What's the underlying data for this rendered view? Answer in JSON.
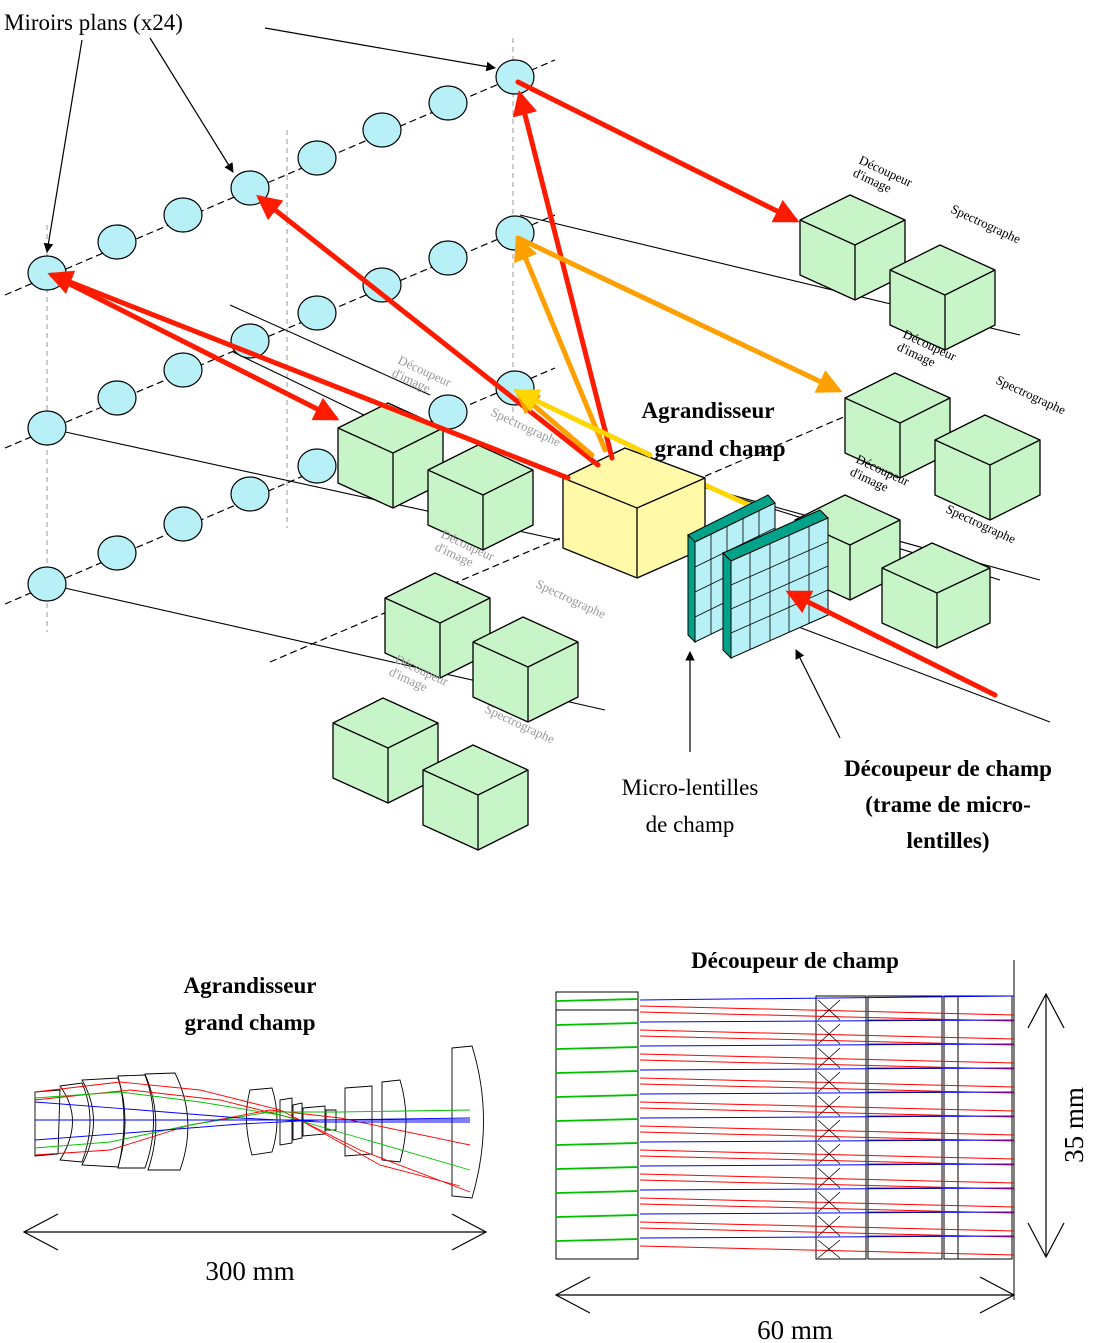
{
  "top": {
    "mirrors_label": "Miroirs plans (x24)",
    "module_labels": {
      "slicer": [
        "Découpeur",
        "d'image"
      ],
      "spectro": "Spectrographe"
    },
    "enlarger_label": [
      "Agrandisseur",
      "grand champ"
    ],
    "microlens_label": [
      "Micro-lentilles",
      "de champ"
    ],
    "field_slicer_label": [
      "Découpeur de champ",
      "(trame de micro-",
      "lentilles)"
    ]
  },
  "bottom": {
    "enlarger_title": [
      "Agrandisseur",
      "grand champ"
    ],
    "enlarger_dim": "300 mm",
    "slicer_title": "Découpeur de champ",
    "slicer_width_dim": "60 mm",
    "slicer_height_dim": "35 mm"
  },
  "colors": {
    "mirror_fill": "#b7f1f7",
    "module_fill": "#c8f5c8",
    "enlarger_fill": "#fff9a8",
    "lenslet_fill": "#00a389",
    "ray_red": "#ff1b00",
    "ray_orange": "#ffa000",
    "ray_yellow": "#ffd600",
    "trace_red": "#ff0000",
    "trace_green": "#00c000",
    "trace_blue": "#0000ff"
  }
}
